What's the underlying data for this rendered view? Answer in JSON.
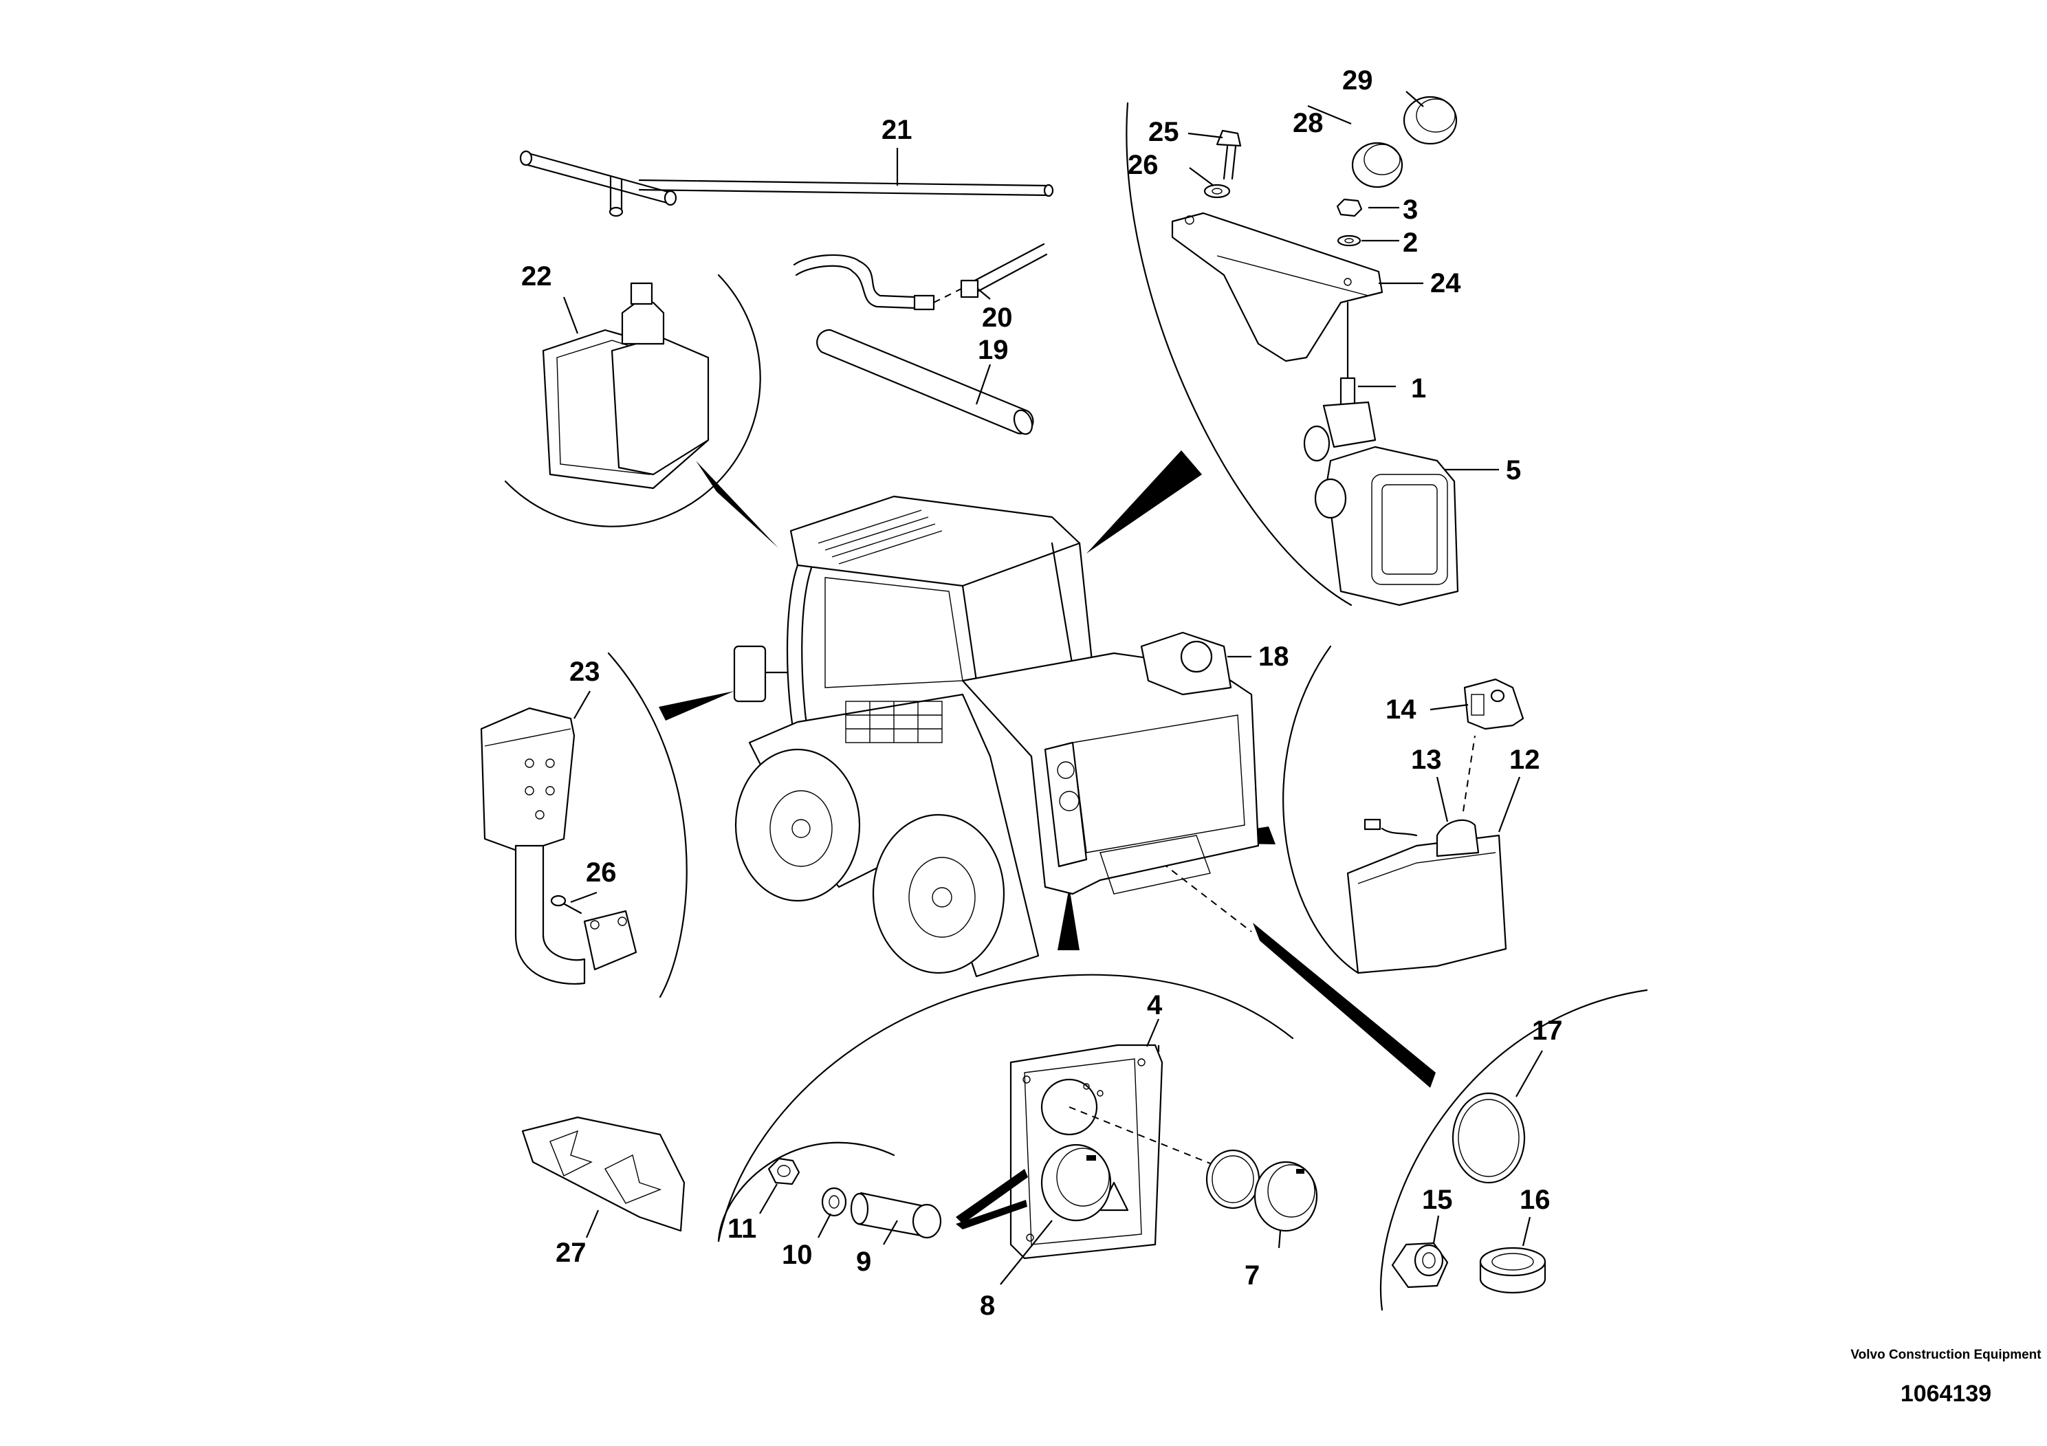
{
  "callouts": [
    "1",
    "2",
    "3",
    "4",
    "5",
    "7",
    "8",
    "9",
    "10",
    "11",
    "12",
    "13",
    "14",
    "15",
    "16",
    "17",
    "18",
    "19",
    "20",
    "21",
    "22",
    "23",
    "24",
    "25",
    "26",
    "26",
    "27",
    "28",
    "29"
  ],
  "footer": {
    "company": "Volvo Construction Equipment",
    "drawing_number": "1064139"
  }
}
